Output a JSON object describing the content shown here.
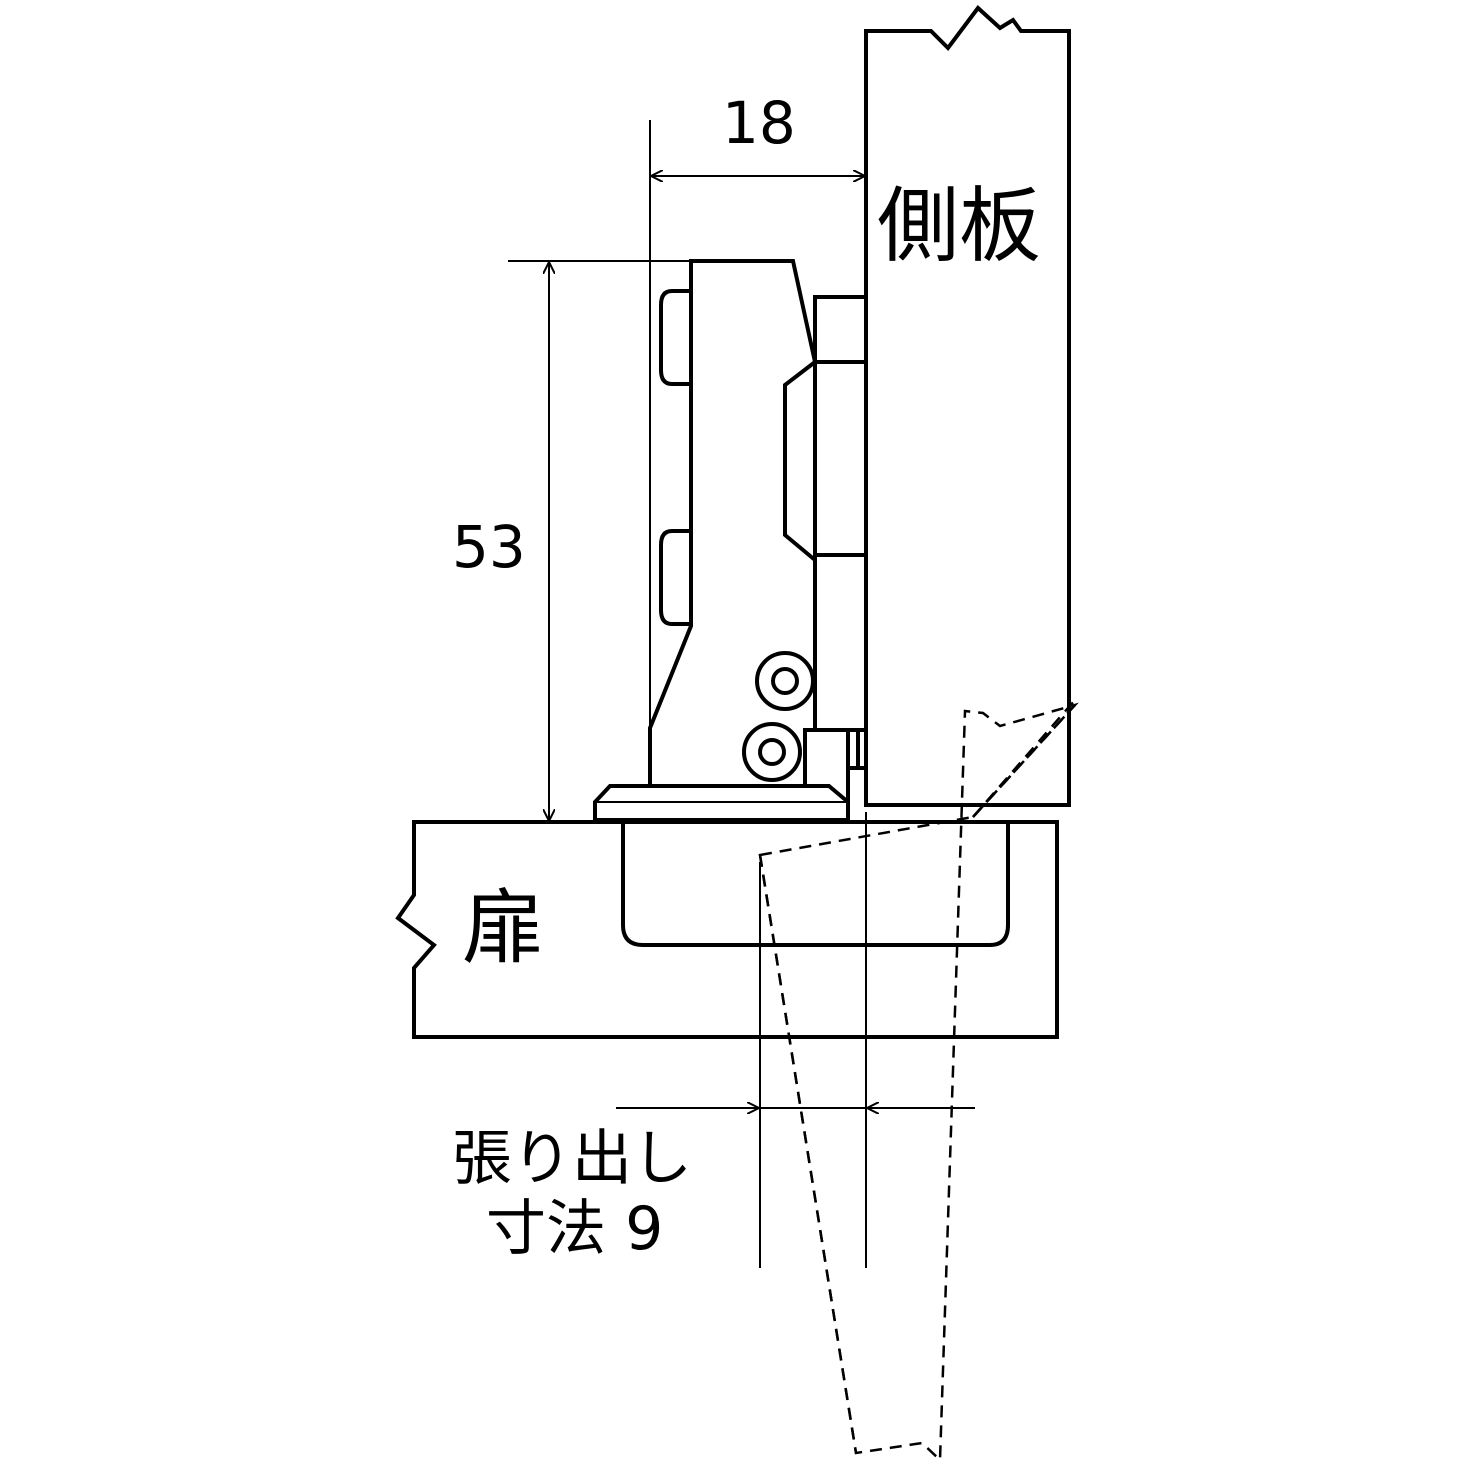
{
  "labels": {
    "dim_width": "18",
    "dim_height": "53",
    "side_panel": "側板",
    "door": "扉",
    "overlay_line1": "張り出し",
    "overlay_line2": "寸法 9"
  },
  "colors": {
    "line": "#000000",
    "background": "#ffffff"
  }
}
